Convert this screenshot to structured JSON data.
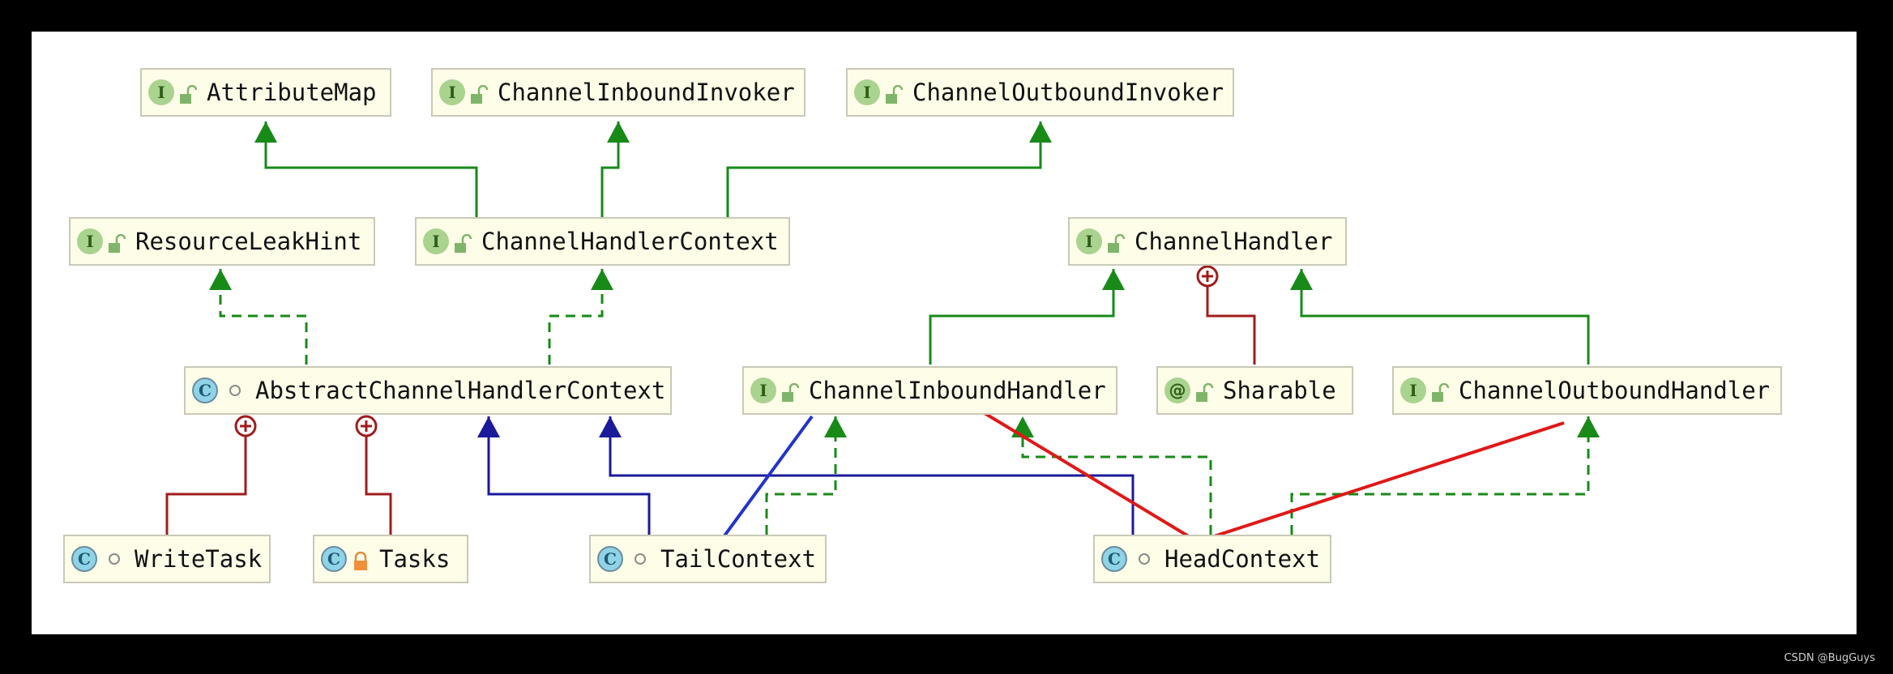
{
  "diagram": {
    "type": "uml-class-hierarchy",
    "nodes": [
      {
        "id": "attributemap",
        "name": "AttributeMap",
        "kind": "I",
        "modifier": "unlocked"
      },
      {
        "id": "channelinboundinvoker",
        "name": "ChannelInboundInvoker",
        "kind": "I",
        "modifier": "unlocked"
      },
      {
        "id": "channeloutboundinvoker",
        "name": "ChannelOutboundInvoker",
        "kind": "I",
        "modifier": "unlocked"
      },
      {
        "id": "resourceleakhint",
        "name": "ResourceLeakHint",
        "kind": "I",
        "modifier": "unlocked"
      },
      {
        "id": "channelhandlercontext",
        "name": "ChannelHandlerContext",
        "kind": "I",
        "modifier": "unlocked"
      },
      {
        "id": "channelhandler",
        "name": "ChannelHandler",
        "kind": "I",
        "modifier": "unlocked"
      },
      {
        "id": "abstractchannelhandlercontext",
        "name": "AbstractChannelHandlerContext",
        "kind": "C",
        "modifier": "dot"
      },
      {
        "id": "channelinboundhandler",
        "name": "ChannelInboundHandler",
        "kind": "I",
        "modifier": "unlocked"
      },
      {
        "id": "sharable",
        "name": "Sharable",
        "kind": "@",
        "modifier": "unlocked"
      },
      {
        "id": "channeloutboundhandler",
        "name": "ChannelOutboundHandler",
        "kind": "I",
        "modifier": "unlocked"
      },
      {
        "id": "writetask",
        "name": "WriteTask",
        "kind": "C",
        "modifier": "dot"
      },
      {
        "id": "tasks",
        "name": "Tasks",
        "kind": "C",
        "modifier": "locked"
      },
      {
        "id": "tailcontext",
        "name": "TailContext",
        "kind": "C",
        "modifier": "dot"
      },
      {
        "id": "headcontext",
        "name": "HeadContext",
        "kind": "C",
        "modifier": "dot"
      }
    ],
    "edges": [
      {
        "from": "channelhandlercontext",
        "to": "attributemap",
        "type": "extends-interface"
      },
      {
        "from": "channelhandlercontext",
        "to": "channelinboundinvoker",
        "type": "extends-interface"
      },
      {
        "from": "channelhandlercontext",
        "to": "channeloutboundinvoker",
        "type": "extends-interface"
      },
      {
        "from": "channelinboundhandler",
        "to": "channelhandler",
        "type": "extends-interface"
      },
      {
        "from": "channeloutboundhandler",
        "to": "channelhandler",
        "type": "extends-interface"
      },
      {
        "from": "abstractchannelhandlercontext",
        "to": "resourceleakhint",
        "type": "implements"
      },
      {
        "from": "abstractchannelhandlercontext",
        "to": "channelhandlercontext",
        "type": "implements"
      },
      {
        "from": "tailcontext",
        "to": "channelinboundhandler",
        "type": "implements"
      },
      {
        "from": "headcontext",
        "to": "channelinboundhandler",
        "type": "implements"
      },
      {
        "from": "headcontext",
        "to": "channeloutboundhandler",
        "type": "implements"
      },
      {
        "from": "tailcontext",
        "to": "abstractchannelhandlercontext",
        "type": "extends-class"
      },
      {
        "from": "headcontext",
        "to": "abstractchannelhandlercontext",
        "type": "extends-class"
      },
      {
        "from": "writetask",
        "to": "abstractchannelhandlercontext",
        "type": "inner-class"
      },
      {
        "from": "tasks",
        "to": "abstractchannelhandlercontext",
        "type": "inner-class"
      },
      {
        "from": "sharable",
        "to": "channelhandler",
        "type": "inner-class"
      }
    ],
    "colors": {
      "extends_interface": "#188a18",
      "extends_class": "#1a1a9a",
      "inner_class": "#a01c1c",
      "annotation_blue": "#2233cc",
      "annotation_red": "#e01818"
    }
  },
  "watermark": "CSDN @BugGuys"
}
